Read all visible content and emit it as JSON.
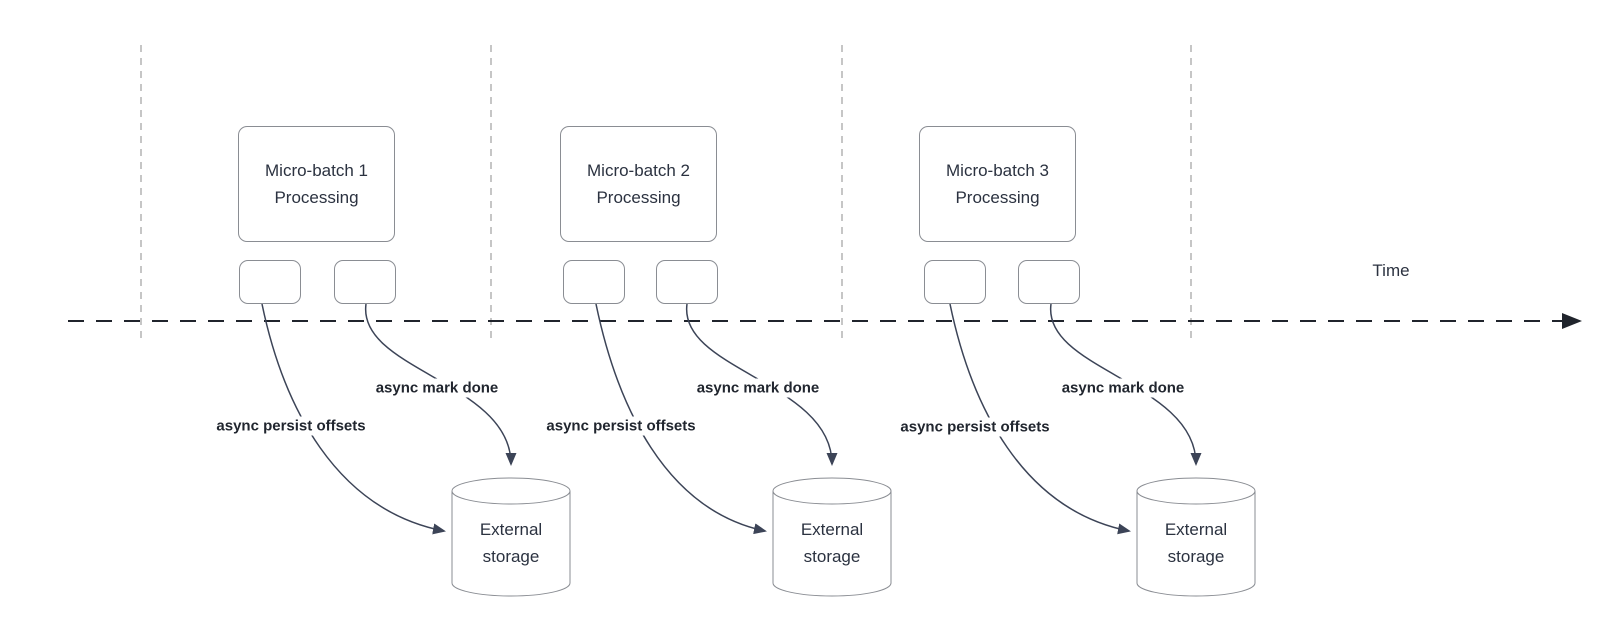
{
  "time_label": "Time",
  "groups": [
    {
      "process_label": "Micro-batch 1\nProcessing",
      "persist_label": "async persist offsets",
      "mark_label": "async mark done",
      "storage_label": "External\nstorage"
    },
    {
      "process_label": "Micro-batch 2\nProcessing",
      "persist_label": "async persist offsets",
      "mark_label": "async mark done",
      "storage_label": "External\nstorage"
    },
    {
      "process_label": "Micro-batch 3\nProcessing",
      "persist_label": "async persist offsets",
      "mark_label": "async mark done",
      "storage_label": "External\nstorage"
    }
  ],
  "colors": {
    "arrow_line": "#3c4457",
    "time_axis": "#20242c",
    "gridline": "#b3b3b3",
    "shape_border": "#8a8d93",
    "text": "#2b3240"
  }
}
